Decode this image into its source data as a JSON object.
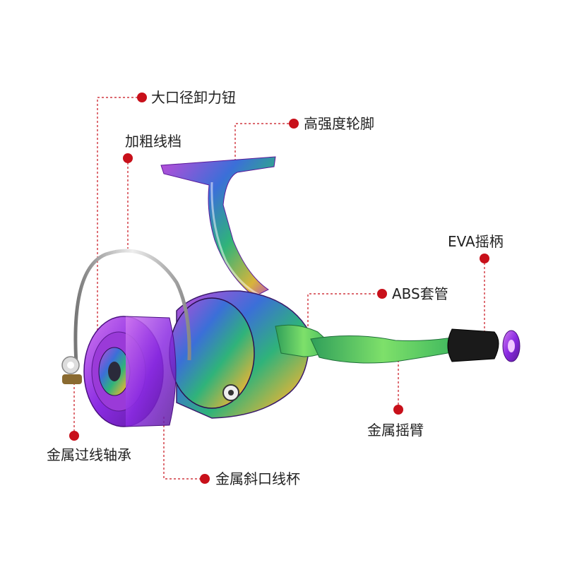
{
  "product": {
    "subject": "spinning fishing reel",
    "accent_color": "#c8101a",
    "finish_colors": [
      "#8a2be2",
      "#b03cd8",
      "#2fb37a",
      "#44c767"
    ]
  },
  "callouts": [
    {
      "key": "knob",
      "text": "大口径卸力钮"
    },
    {
      "key": "foot",
      "text": "高强度轮脚"
    },
    {
      "key": "bail",
      "text": "加粗线档"
    },
    {
      "key": "handle",
      "text": "EVA摇柄"
    },
    {
      "key": "sleeve",
      "text": "ABS套管"
    },
    {
      "key": "arm",
      "text": "金属摇臂"
    },
    {
      "key": "bearing",
      "text": "金属过线轴承"
    },
    {
      "key": "spool",
      "text": "金属斜口线杯"
    }
  ]
}
